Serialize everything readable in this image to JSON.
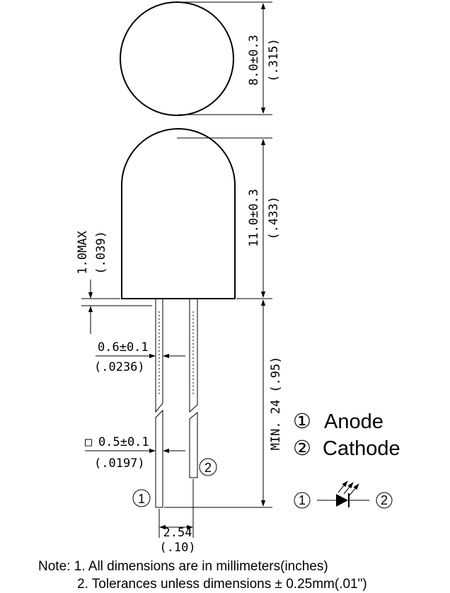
{
  "dimensions": {
    "lens_diameter": {
      "mm": "8.0±0.3",
      "inch": "(.315)"
    },
    "body_height": {
      "mm": "11.0±0.3",
      "inch": "(.433)"
    },
    "flange_max": {
      "mm": "1.0MAX",
      "inch": "(.039)"
    },
    "lead_length_min": {
      "mm": "MIN. 24",
      "inch": "(.95)"
    },
    "lead_width": {
      "mm": "0.6±0.1",
      "inch": "(.0236)"
    },
    "lead_square": {
      "symbol": "□",
      "mm": "0.5±0.1",
      "inch": "(.0197)"
    },
    "lead_spacing": {
      "mm": "2.54",
      "inch": "(.10)"
    }
  },
  "pins": {
    "anode_marker": "①",
    "cathode_marker": "②"
  },
  "legend": {
    "anode_label": "Anode",
    "cathode_label": "Cathode"
  },
  "notes": {
    "line1": "Note: 1. All dimensions are in millimeters(inches)",
    "line2": "2. Tolerances unless dimensions ± 0.25mm(.01\")"
  }
}
